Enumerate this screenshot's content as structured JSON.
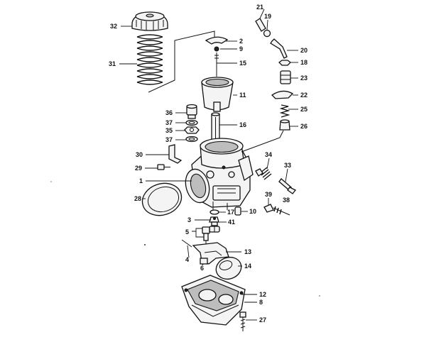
{
  "callouts": {
    "c1": "1",
    "c2": "2",
    "c3": "3",
    "c4": "4",
    "c5": "5",
    "c6": "6",
    "c8": "8",
    "c9": "9",
    "c10": "10",
    "c11": "11",
    "c12": "12",
    "c13": "13",
    "c14": "14",
    "c15": "15",
    "c16": "16",
    "c17": "17",
    "c18": "18",
    "c19": "19",
    "c20": "20",
    "c21": "21",
    "c22": "22",
    "c23": "23",
    "c25": "25",
    "c26": "26",
    "c27": "27",
    "c28": "28",
    "c29": "29",
    "c30": "30",
    "c31": "31",
    "c32": "32",
    "c33": "33",
    "c34": "34",
    "c35": "35",
    "c36": "36",
    "c37a": "37",
    "c37b": "37",
    "c38": "38",
    "c39": "39",
    "c41": "41"
  }
}
